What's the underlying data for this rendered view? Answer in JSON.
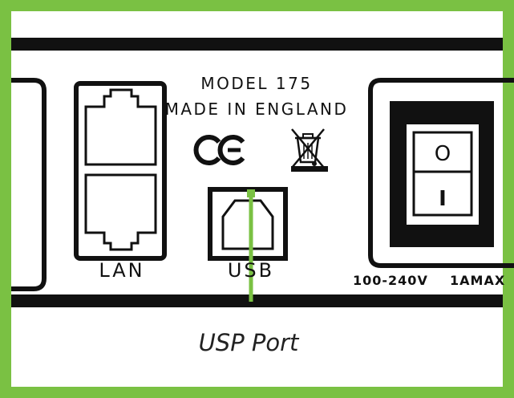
{
  "panel": {
    "model": "MODEL 175",
    "origin": "MADE IN ENGLAND",
    "ce_mark": "CE",
    "power_rating": {
      "voltage": "100-240V",
      "current": "1AMAX"
    }
  },
  "ports": {
    "lan_label": "LAN",
    "usb_label": "USB"
  },
  "switch": {
    "off_symbol": "O",
    "on_symbol": "I"
  },
  "annotation": {
    "caption": "USP Port"
  },
  "icons": {
    "disposal": "crossed-out-wheelie-bin-icon",
    "conformity": "ce-mark-icon",
    "lan": "ethernet-port-icon",
    "usb": "usb-b-port-icon"
  },
  "colors": {
    "frame": "#7ac143",
    "panel": "#111111",
    "pointer": "#7ac143",
    "background": "#ffffff"
  }
}
